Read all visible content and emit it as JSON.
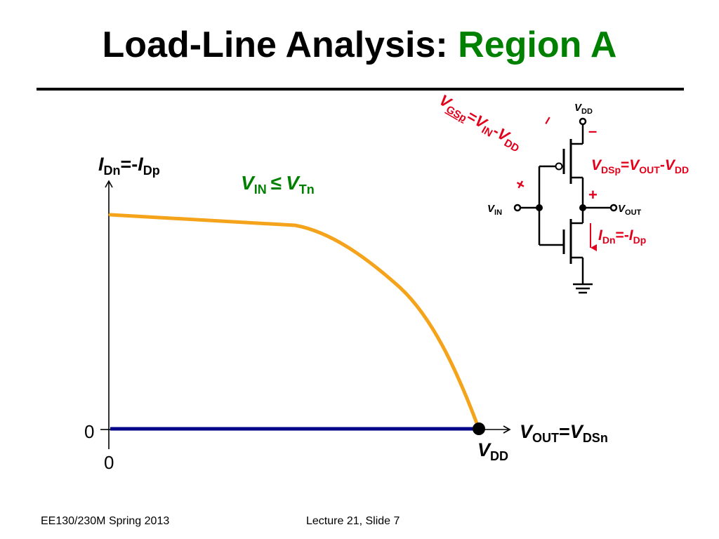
{
  "title": {
    "main": "Load-Line Analysis:",
    "accent": "Region A"
  },
  "colors": {
    "nmos_curve": "#00008b",
    "pmos_curve": "#f5a31a",
    "accent": "#008000",
    "annotation": "#e3001b"
  },
  "plot": {
    "y_axis": {
      "I": "I",
      "sub1": "Dn",
      "eq": "=-",
      "sub2": "Dp"
    },
    "x_axis": {
      "V1": "V",
      "sub1": "OUT",
      "eq": "=",
      "V2": "V",
      "sub2": "DSn"
    },
    "origin_x": "0",
    "origin_y": "0",
    "vdd": {
      "V": "V",
      "sub": "DD"
    },
    "condition": {
      "V1": "V",
      "sub1": "IN",
      "op": "≤",
      "V2": "V",
      "sub2": "Tn"
    }
  },
  "circuit": {
    "vdd": {
      "V": "V",
      "sub": "DD"
    },
    "vin": {
      "V": "V",
      "sub": "IN"
    },
    "vout": {
      "V": "V",
      "sub": "OUT"
    },
    "vgsp": {
      "V1": "V",
      "sub1": "GSp",
      "eq": "=",
      "V2": "V",
      "sub2": "IN",
      "minus": "-",
      "V3": "V",
      "sub3": "DD"
    },
    "vdsp": {
      "V1": "V",
      "sub1": "DSp",
      "eq": "=",
      "V2": "V",
      "sub2": "OUT",
      "minus": "-",
      "V3": "V",
      "sub3": "DD"
    },
    "idn": {
      "I1": "I",
      "sub1": "Dn",
      "eq": "=-",
      "I2": "I",
      "sub2": "Dp"
    },
    "plus": "+",
    "minus": "–",
    "gs_minus": "–"
  },
  "footer": {
    "course": "EE130/230M Spring 2013",
    "slide": "Lecture 21, Slide 7"
  }
}
